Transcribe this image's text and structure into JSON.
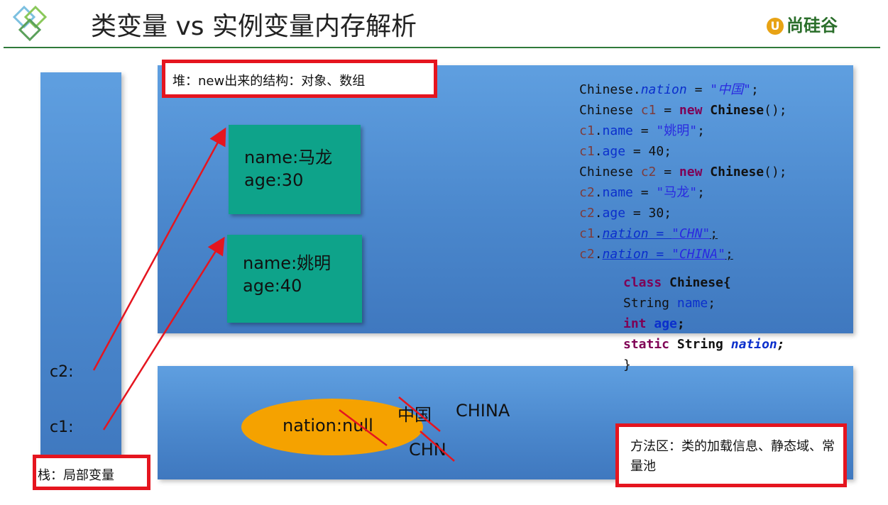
{
  "header": {
    "title": "类变量 vs 实例变量内存解析",
    "brand_mark": "U",
    "brand": "尚硅谷"
  },
  "heap": {
    "label": "堆：new出来的结构：对象、数组"
  },
  "stack": {
    "label": "栈：局部变量",
    "vars": [
      "c2:",
      "c1:"
    ]
  },
  "method_area": {
    "label": "方法区：类的加载信息、静态域、常量池",
    "nation_value": "nation:null",
    "values": [
      "中国",
      "CHINA",
      "CHN"
    ]
  },
  "objects": [
    {
      "name": "name:马龙",
      "age": "age:30"
    },
    {
      "name": "name:姚明",
      "age": "age:40"
    }
  ],
  "code": {
    "lines": [
      "Chinese.nation = \"中国\";",
      "Chinese c1 = new Chinese();",
      "c1.name = \"姚明\";",
      "c1.age = 40;",
      "Chinese c2 = new Chinese();",
      "c2.name = \"马龙\";",
      "c2.age = 30;",
      "c1.nation = \"CHN\";",
      "c2.nation = \"CHINA\";"
    ],
    "class_def": [
      "class Chinese{",
      "String name;",
      "int age;",
      "static String nation;",
      "}"
    ]
  },
  "colors": {
    "panel": "#4b88cd",
    "object_box": "#0ea38a",
    "static_ellipse": "#f5a200",
    "highlight_border": "#e5151f",
    "arrow": "#e5151f"
  }
}
